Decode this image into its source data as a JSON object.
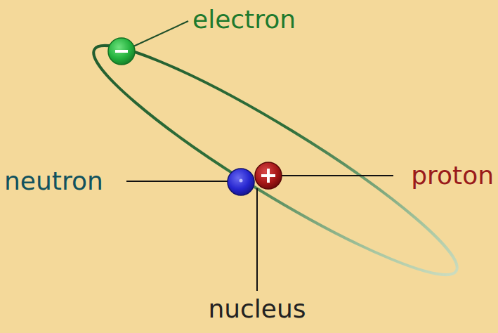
{
  "diagram": {
    "labels": [
      "electron",
      "neutron",
      "proton",
      "nucleus"
    ]
  }
}
